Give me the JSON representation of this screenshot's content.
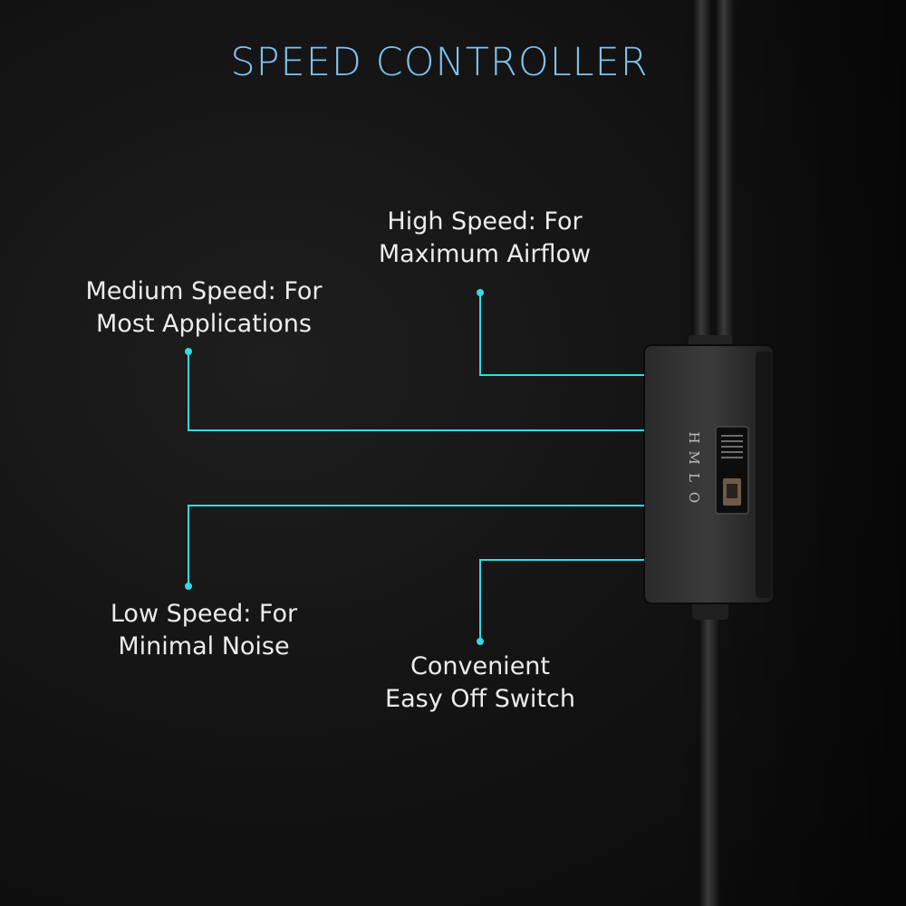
{
  "title": "SPEED CONTROLLER",
  "callouts": {
    "high": {
      "line1": "High Speed: For",
      "line2": "Maximum Airflow"
    },
    "medium": {
      "line1": "Medium Speed: For",
      "line2": "Most Applications"
    },
    "low": {
      "line1": "Low Speed: For",
      "line2": "Minimal Noise"
    },
    "off": {
      "line1": "Convenient",
      "line2": "Easy Off Switch"
    }
  },
  "switch_positions": [
    "H",
    "M",
    "L",
    "O"
  ],
  "colors": {
    "title": "#7ec2ee",
    "leader_line": "#36d7e6",
    "text": "#ececec",
    "background": "#141414"
  }
}
